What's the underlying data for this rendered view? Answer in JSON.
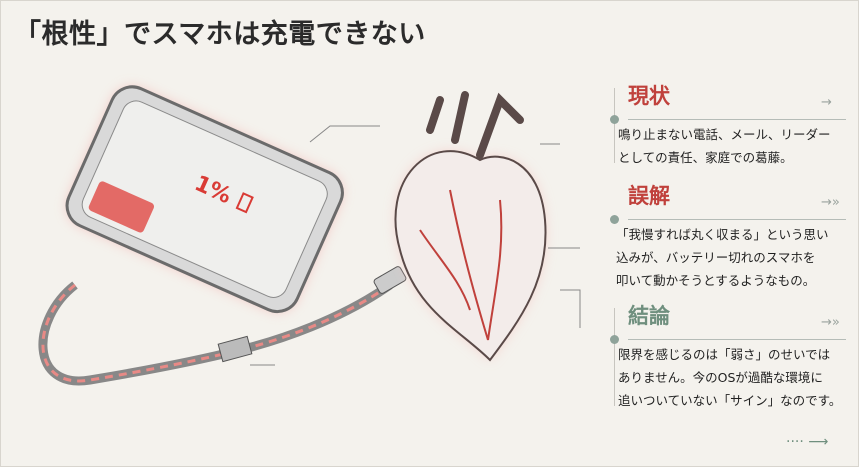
{
  "title": "「根性」でスマホは充電できない",
  "illustration": {
    "battery_label": "1%"
  },
  "sections": [
    {
      "title": "現状",
      "color": "#c0413c",
      "arrow": "→",
      "lines": [
        "鳴り止まない電話、メール、リーダー",
        "としての責任、家庭での葛藤。"
      ]
    },
    {
      "title": "誤解",
      "color": "#c0413c",
      "arrow": "→»",
      "lines": [
        "「我慢すれば丸く収まる」という思い",
        "込みが、バッテリー切れのスマホを",
        "叩いて動かそうとするようなもの。"
      ]
    },
    {
      "title": "結論",
      "color": "#6f8f7e",
      "arrow": "→»",
      "lines": [
        "限界を感じるのは「弱さ」のせいでは",
        "ありません。今のOSが過酷な環境に",
        "追いついていない「サイン」なのです。"
      ]
    }
  ],
  "footer": {
    "arrow": "···· ⟶"
  }
}
